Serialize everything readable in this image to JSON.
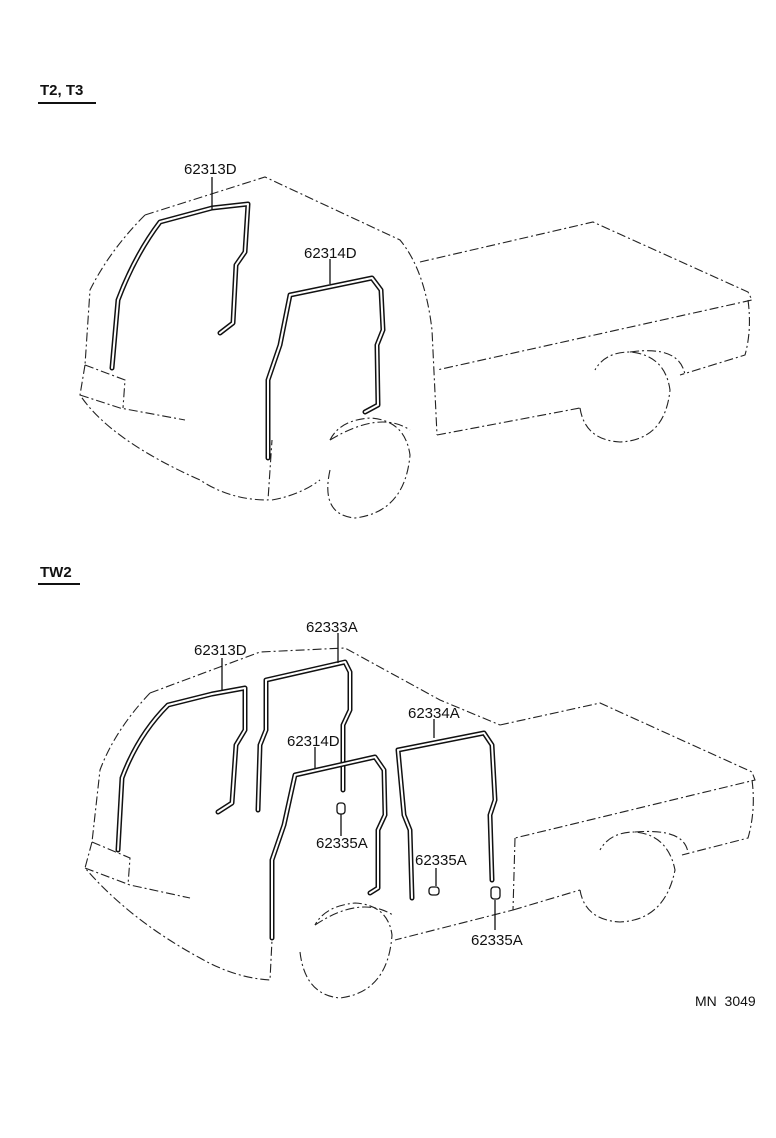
{
  "sections": [
    {
      "title": "T2, T3",
      "labels": [
        "62313D",
        "62314D"
      ]
    },
    {
      "title": "TW2",
      "labels": [
        "62313D",
        "62333A",
        "62314D",
        "62334A",
        "62335A",
        "62335A",
        "62335A"
      ]
    }
  ],
  "figure_code": "MN  3049"
}
